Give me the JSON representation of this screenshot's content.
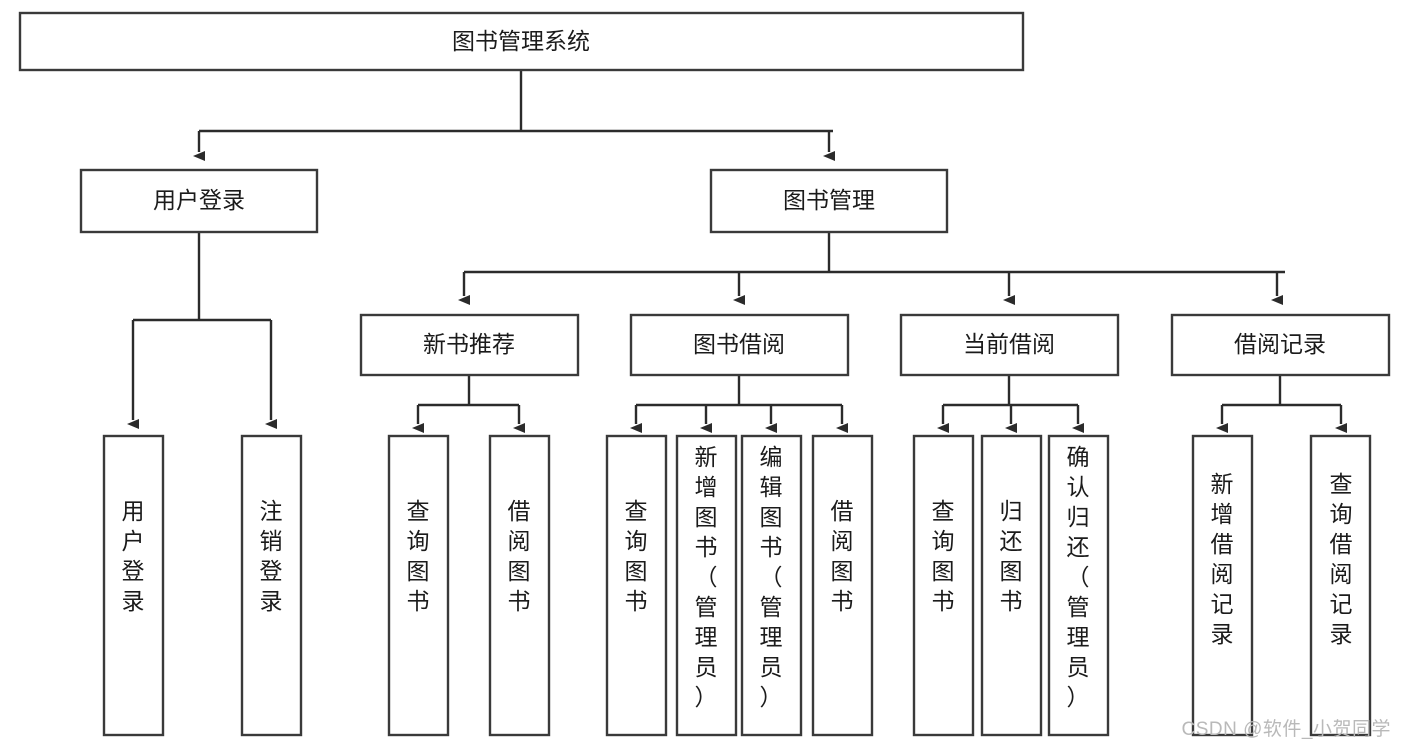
{
  "diagram": {
    "title": "图书管理系统",
    "type": "tree",
    "root": {
      "id": "root",
      "label": "图书管理系统",
      "orientation": "horizontal"
    },
    "level2": [
      {
        "id": "user-login",
        "label": "用户登录",
        "orientation": "horizontal"
      },
      {
        "id": "book-management",
        "label": "图书管理",
        "orientation": "horizontal"
      }
    ],
    "level3": [
      {
        "id": "new-book-recommend",
        "label": "新书推荐",
        "parent": "book-management",
        "orientation": "horizontal"
      },
      {
        "id": "book-borrow",
        "label": "图书借阅",
        "parent": "book-management",
        "orientation": "horizontal"
      },
      {
        "id": "current-borrow",
        "label": "当前借阅",
        "parent": "book-management",
        "orientation": "horizontal"
      },
      {
        "id": "borrow-record",
        "label": "借阅记录",
        "parent": "book-management",
        "orientation": "horizontal"
      }
    ],
    "leaves": [
      {
        "id": "leaf-user-login",
        "label": "用户登录",
        "parent": "user-login",
        "orientation": "vertical"
      },
      {
        "id": "leaf-logout-login",
        "label": "注销登录",
        "parent": "user-login",
        "orientation": "vertical"
      },
      {
        "id": "leaf-query-book-1",
        "label": "查询图书",
        "parent": "new-book-recommend",
        "orientation": "vertical"
      },
      {
        "id": "leaf-borrow-book-1",
        "label": "借阅图书",
        "parent": "new-book-recommend",
        "orientation": "vertical"
      },
      {
        "id": "leaf-query-book-2",
        "label": "查询图书",
        "parent": "book-borrow",
        "orientation": "vertical"
      },
      {
        "id": "leaf-add-book",
        "label": "新增图书（管理员）",
        "parent": "book-borrow",
        "orientation": "vertical"
      },
      {
        "id": "leaf-edit-book",
        "label": "编辑图书（管理员）",
        "parent": "book-borrow",
        "orientation": "vertical"
      },
      {
        "id": "leaf-borrow-book-2",
        "label": "借阅图书",
        "parent": "book-borrow",
        "orientation": "vertical"
      },
      {
        "id": "leaf-query-book-3",
        "label": "查询图书",
        "parent": "current-borrow",
        "orientation": "vertical"
      },
      {
        "id": "leaf-return-book",
        "label": "归还图书",
        "parent": "current-borrow",
        "orientation": "vertical"
      },
      {
        "id": "leaf-confirm-return",
        "label": "确认归还（管理员）",
        "parent": "current-borrow",
        "orientation": "vertical"
      },
      {
        "id": "leaf-add-borrow-record",
        "label": "新增借阅记录",
        "parent": "borrow-record",
        "orientation": "vertical"
      },
      {
        "id": "leaf-query-borrow-record",
        "label": "查询借阅记录",
        "parent": "borrow-record",
        "orientation": "vertical"
      }
    ]
  },
  "watermark": {
    "text": "CSDN @软件_小贺同学"
  },
  "colors": {
    "background": "#ffffff",
    "box_fill": "#ffffff",
    "box_stroke": "#3a3a3a",
    "connector": "#2b2b2b",
    "text": "#1b1b1b",
    "watermark": "#b9b9b9"
  }
}
